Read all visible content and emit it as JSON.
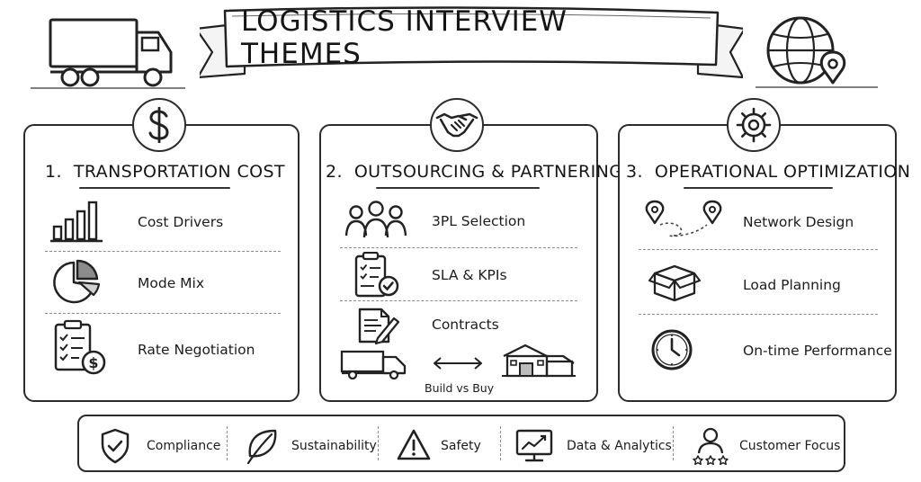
{
  "title": "LOGISTICS INTERVIEW THEMES",
  "columns": [
    {
      "number": "1.",
      "heading": "TRANSPORTATION COST",
      "head_icon": "dollar-icon",
      "items": [
        {
          "label": "Cost Drivers",
          "icon": "bar-chart-icon"
        },
        {
          "label": "Mode Mix",
          "icon": "pie-chart-icon"
        },
        {
          "label": "Rate Negotiation",
          "icon": "clipboard-dollar-icon"
        }
      ]
    },
    {
      "number": "2.",
      "heading": "OUTSOURCING & PARTNERING",
      "head_icon": "handshake-icon",
      "items": [
        {
          "label": "3PL Selection",
          "icon": "people-group-icon"
        },
        {
          "label": "SLA & KPIs",
          "icon": "clipboard-check-icon"
        },
        {
          "label": "Contracts",
          "icon": "contract-pen-icon"
        }
      ],
      "build_vs_buy": "Build vs Buy"
    },
    {
      "number": "3.",
      "heading": "OPERATIONAL OPTIMIZATION",
      "head_icon": "gear-icon",
      "items": [
        {
          "label": "Network Design",
          "icon": "map-route-icon"
        },
        {
          "label": "Load Planning",
          "icon": "box-icon"
        },
        {
          "label": "On-time Performance",
          "icon": "clock-icon"
        }
      ]
    }
  ],
  "footer": [
    {
      "label": "Compliance",
      "icon": "shield-check-icon"
    },
    {
      "label": "Sustainability",
      "icon": "leaf-icon"
    },
    {
      "label": "Safety",
      "icon": "warning-icon"
    },
    {
      "label": "Data & Analytics",
      "icon": "monitor-chart-icon"
    },
    {
      "label": "Customer Focus",
      "icon": "customer-stars-icon"
    }
  ]
}
